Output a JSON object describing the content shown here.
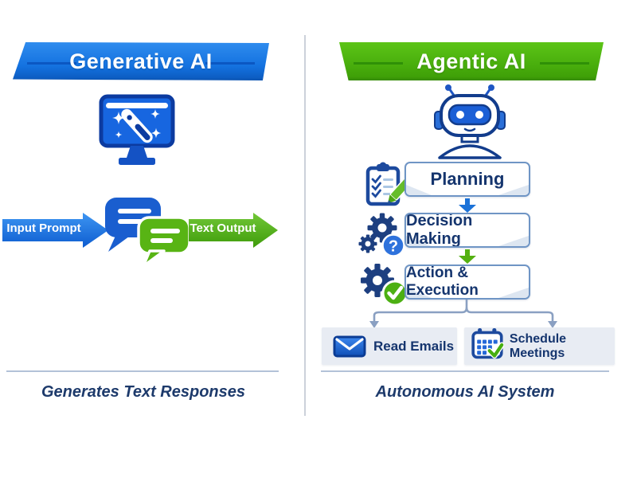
{
  "left_panel": {
    "title": "Generative AI",
    "banner_color": "#1472e0",
    "monitor_icon": "magic-wand-monitor-icon",
    "chat_icon": "chat-bubbles-icon",
    "input_label": "Input Prompt",
    "output_label": "Text Output",
    "caption": "Generates Text Responses"
  },
  "right_panel": {
    "title": "Agentic AI",
    "banner_color": "#48ad0c",
    "robot_icon": "robot-head-icon",
    "flow_steps": [
      {
        "label": "Planning",
        "icon": "clipboard-checklist-icon",
        "arrow_below_color": "#1b72d8"
      },
      {
        "label": "Decision Making",
        "icon": "gears-question-icon",
        "arrow_below_color": "#54b011"
      },
      {
        "label": "Action & Execution",
        "icon": "gear-check-icon"
      }
    ],
    "tasks": [
      {
        "label": "Read Emails",
        "icon": "envelope-icon"
      },
      {
        "label": "Schedule Meetings",
        "icon": "calendar-check-icon"
      }
    ],
    "caption": "Autonomous AI System"
  },
  "colors": {
    "generative_blue": "#1472e0",
    "agentic_green": "#48ad0c",
    "navy_text": "#15356e",
    "caption_navy": "#1d3a6b",
    "connector_gray": "#8aa0c2",
    "task_box_fill": "#e8ecf3",
    "divider_gray": "#ccd1da"
  }
}
